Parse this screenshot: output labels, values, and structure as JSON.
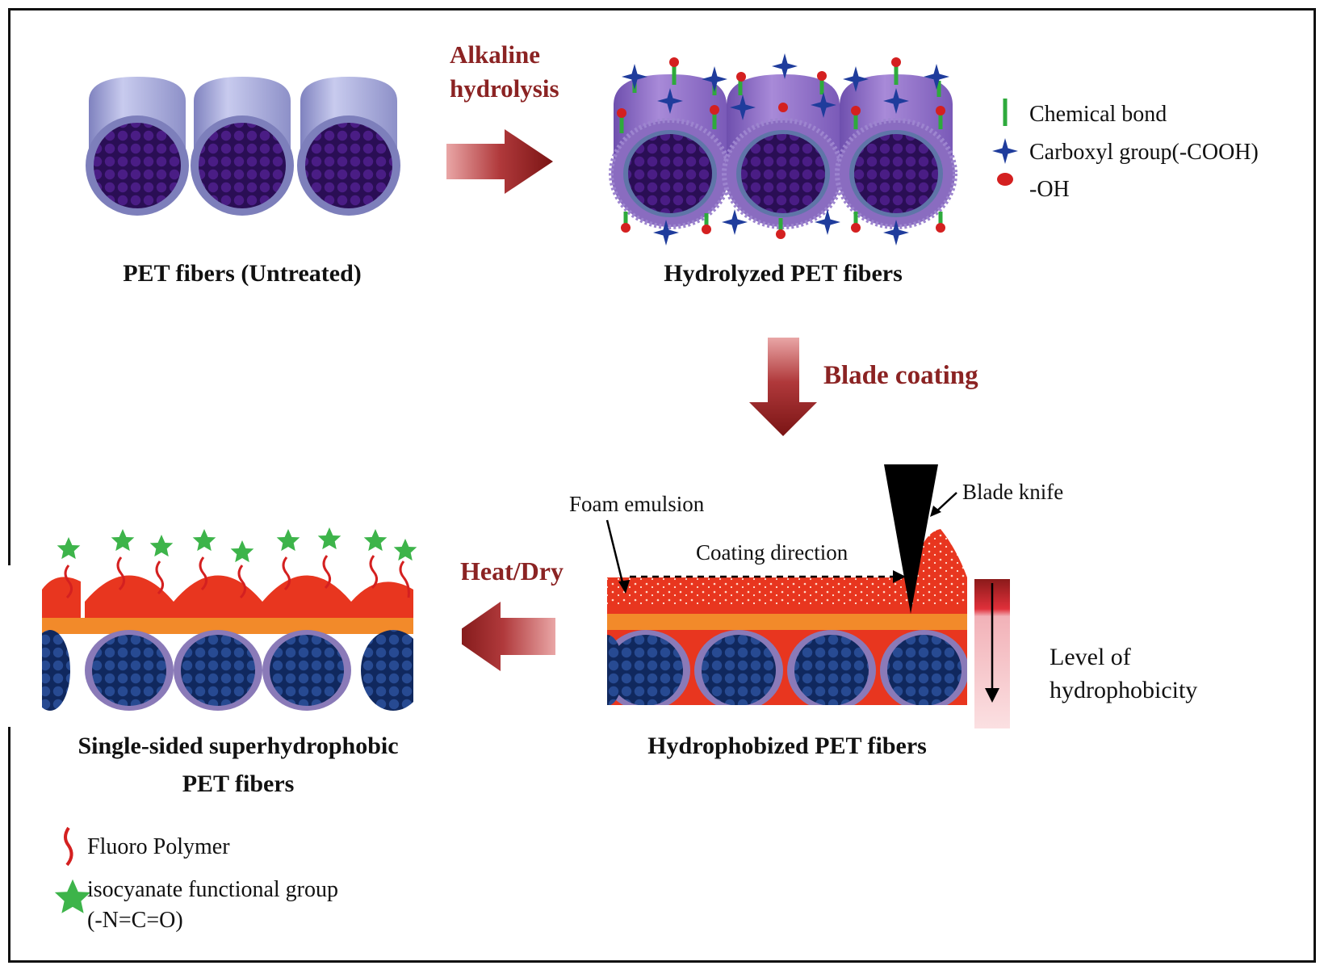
{
  "figure": {
    "labels": {
      "untreated": "PET fibers (Untreated)",
      "hydrolyzed": "Hydrolyzed  PET fibers",
      "hydrophobized": "Hydrophobized  PET fibers",
      "single_sided_line1": "Single-sided superhydrophobic",
      "single_sided_line2": "PET fibers"
    },
    "steps": {
      "alkaline_line1": "Alkaline",
      "alkaline_line2": "hydrolysis",
      "blade_coating": "Blade coating",
      "heat_dry": "Heat/Dry"
    },
    "annotations": {
      "foam_emulsion": "Foam emulsion",
      "coating_direction": "Coating direction",
      "blade_knife": "Blade knife",
      "level_line1": "Level of",
      "level_line2": "hydrophobicity"
    },
    "legend_top": {
      "chemical_bond": "Chemical  bond",
      "carboxyl": "Carboxyl group(-COOH)",
      "oh": "-OH"
    },
    "legend_bottom": {
      "fluoro": "Fluoro Polymer",
      "isocyanate_line1": "isocyanate  functional  group",
      "isocyanate_line2": "(-N=C=O)"
    },
    "colors": {
      "arrow_red": "#8b2323",
      "fiber_core": "#3b1670",
      "fiber_shell_untreated": "#8f93c8",
      "fiber_shell_hydrolyzed": "#8c6cc2",
      "coating_red": "#e8361f",
      "coating_orange": "#f28a2a",
      "coated_core": "#1f3a7a",
      "carboxyl_blue": "#1f3c9c",
      "oh_red": "#d42020",
      "bond_green": "#2eaa3c",
      "star_green": "#3db44a"
    }
  }
}
